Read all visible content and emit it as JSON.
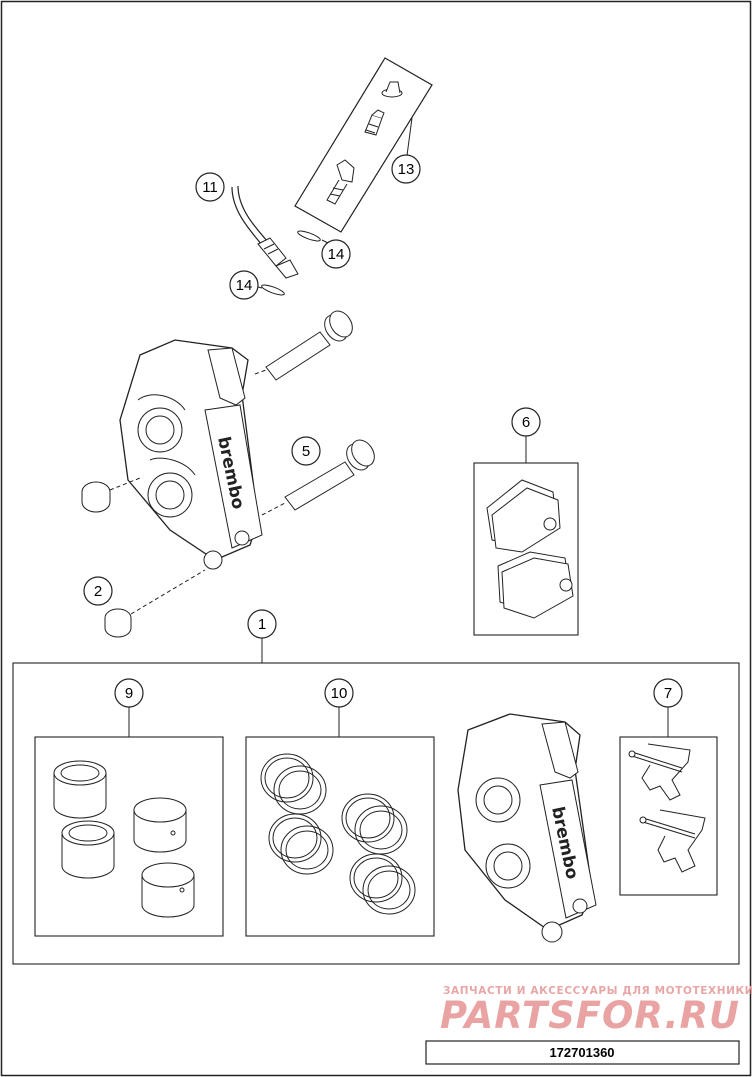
{
  "callouts": {
    "c1": "1",
    "c2": "2",
    "c5": "5",
    "c6": "6",
    "c7": "7",
    "c9": "9",
    "c10": "10",
    "c11": "11",
    "c13": "13",
    "c14a": "14",
    "c14b": "14"
  },
  "caliper_brand": "brembo",
  "watermark": {
    "line1": "ЗАПЧАСТИ И АКСЕССУАРЫ ДЛЯ МОТОТЕХНИКИ",
    "line2": "PARTSFOR.RU",
    "color": "#e9a3a3"
  },
  "drawing_number": "172701360"
}
